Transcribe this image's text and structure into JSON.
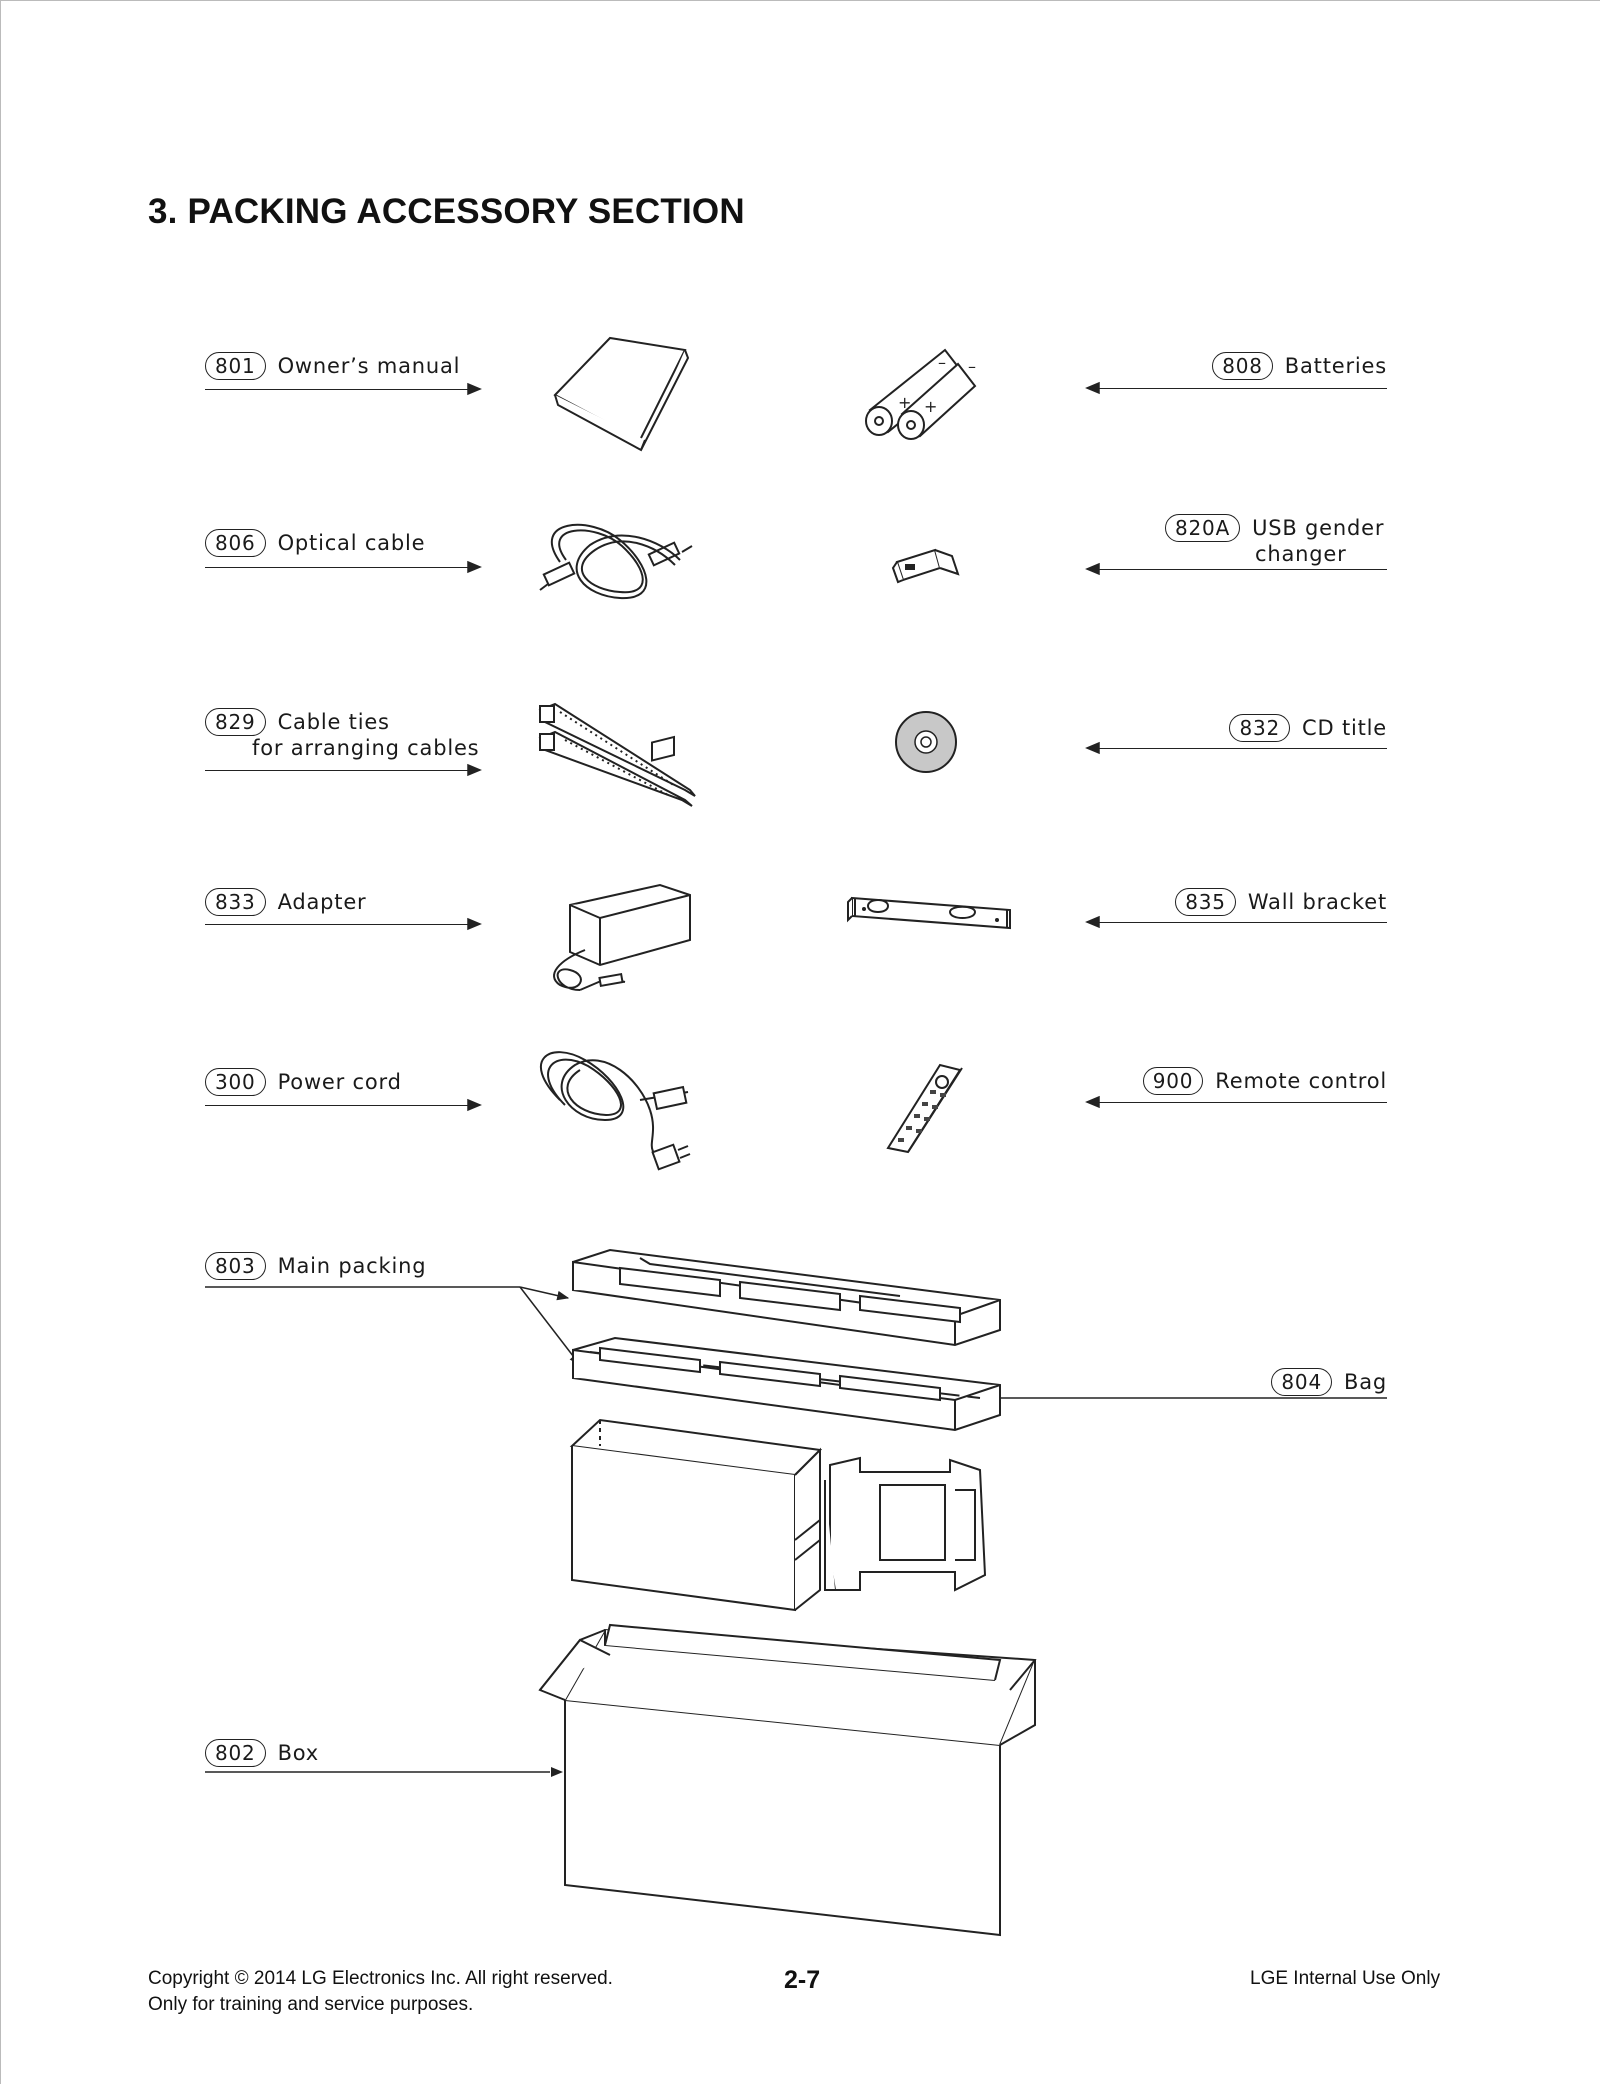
{
  "section_title": "3. PACKING ACCESSORY SECTION",
  "items_left": [
    {
      "code": "801",
      "label": "Owner’s manual",
      "sublabel": ""
    },
    {
      "code": "806",
      "label": "Optical cable",
      "sublabel": ""
    },
    {
      "code": "829",
      "label": "Cable ties",
      "sublabel": "for arranging cables"
    },
    {
      "code": "833",
      "label": "Adapter",
      "sublabel": ""
    },
    {
      "code": "300",
      "label": "Power cord",
      "sublabel": ""
    },
    {
      "code": "803",
      "label": "Main packing",
      "sublabel": ""
    },
    {
      "code": "802",
      "label": "Box",
      "sublabel": ""
    }
  ],
  "items_right": [
    {
      "code": "808",
      "label": "Batteries",
      "sublabel": ""
    },
    {
      "code": "820A",
      "label": "USB gender",
      "sublabel": "changer"
    },
    {
      "code": "832",
      "label": "CD title",
      "sublabel": ""
    },
    {
      "code": "835",
      "label": "Wall bracket",
      "sublabel": ""
    },
    {
      "code": "900",
      "label": "Remote control",
      "sublabel": ""
    },
    {
      "code": "804",
      "label": "Bag",
      "sublabel": ""
    }
  ],
  "footer": {
    "copyright": "Copyright © 2014 LG Electronics Inc. All right reserved.",
    "purpose": "Only for training and service purposes.",
    "page_number": "2-7",
    "internal": "LGE Internal Use Only"
  }
}
